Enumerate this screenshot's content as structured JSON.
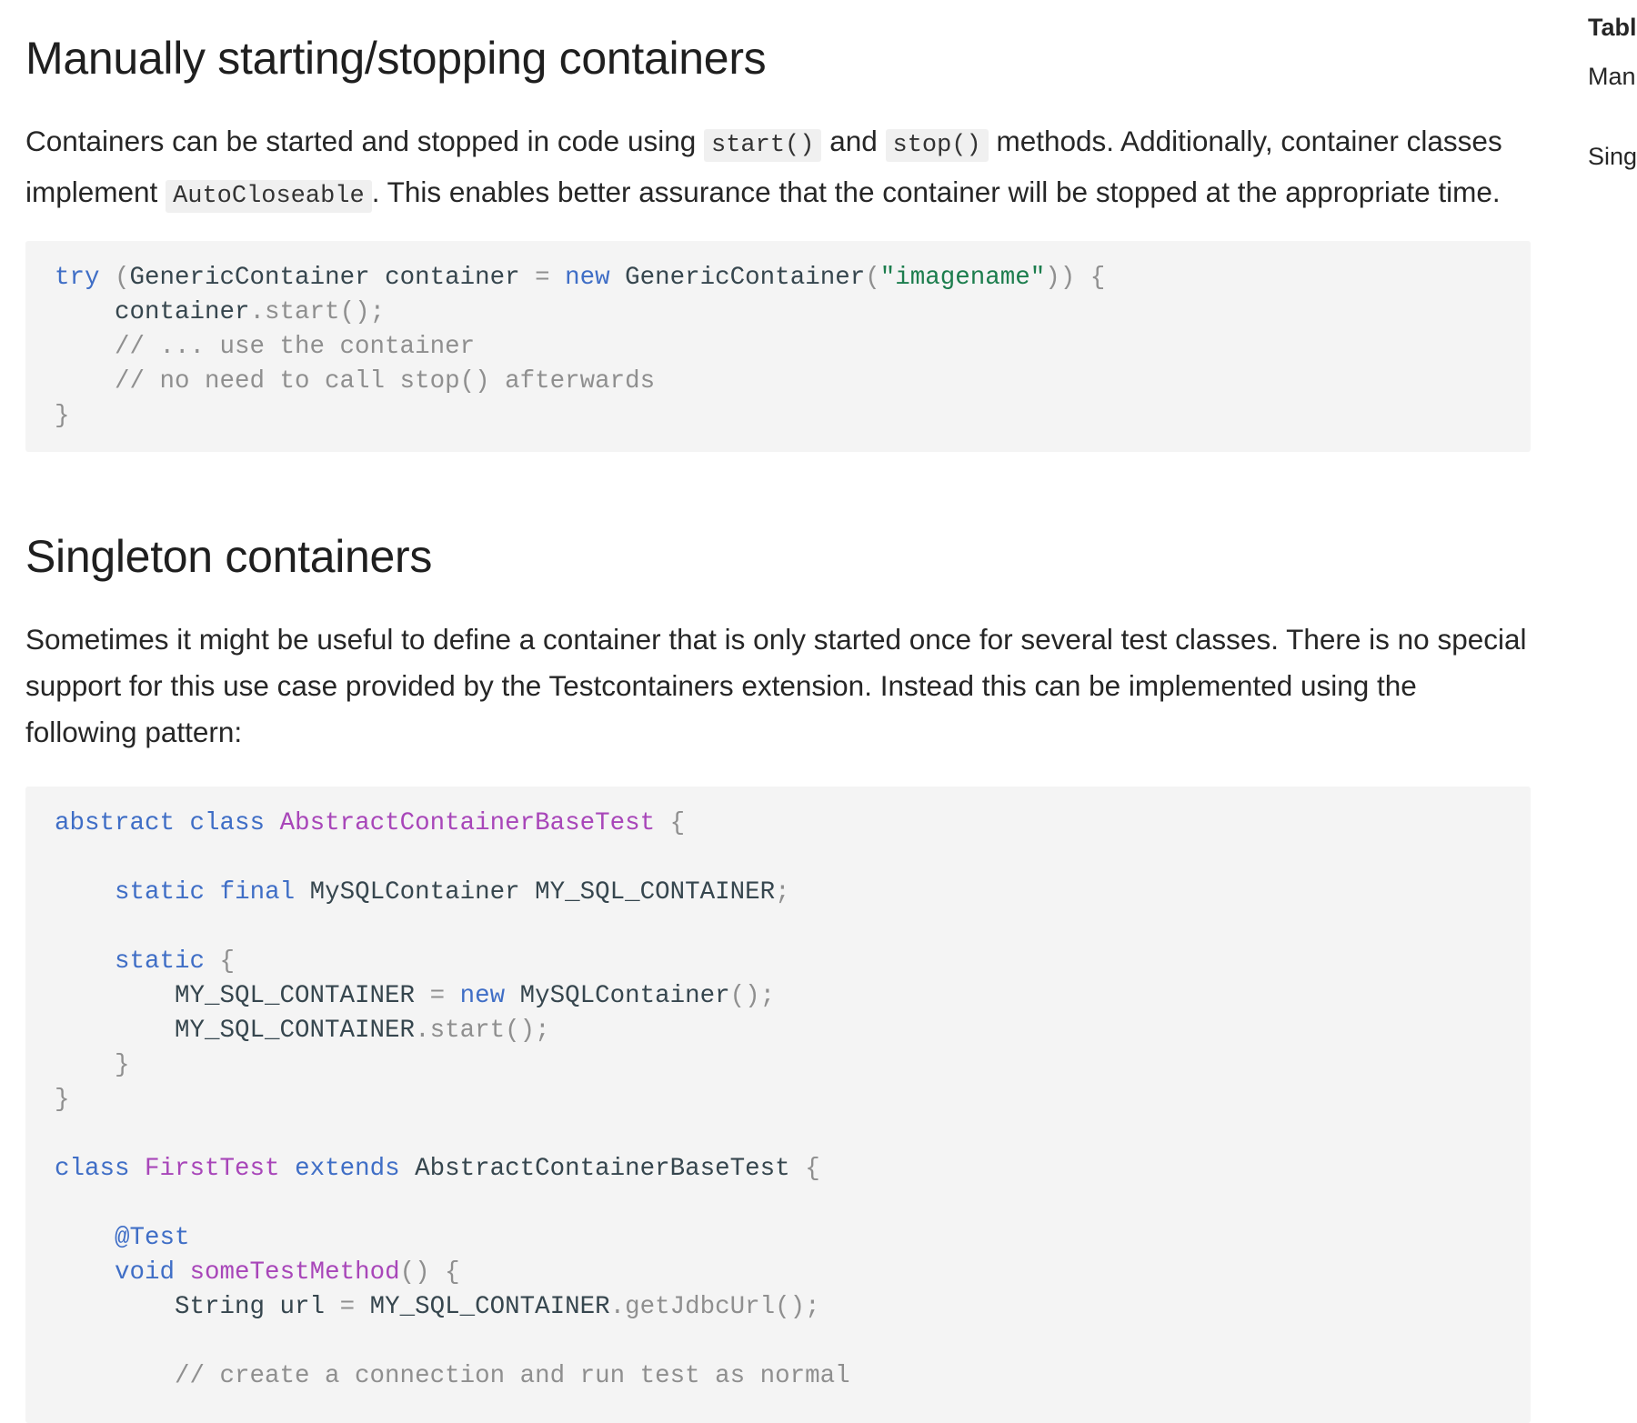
{
  "section1": {
    "title": "Manually starting/stopping containers",
    "para": {
      "t1": "Containers can be started and stopped in code using ",
      "c1": "start()",
      "t2": " and ",
      "c2": "stop()",
      "t3": " methods. Additionally, container classes implement ",
      "c3": "AutoCloseable",
      "t4": ". This enables better assurance that the container will be stopped at the appropriate time."
    },
    "code": [
      [
        [
          "kw",
          "try"
        ],
        [
          "pn",
          " ("
        ],
        [
          "pl",
          "GenericContainer container "
        ],
        [
          "pn",
          "="
        ],
        [
          "pl",
          " "
        ],
        [
          "kw",
          "new"
        ],
        [
          "pl",
          " GenericContainer"
        ],
        [
          "pn",
          "("
        ],
        [
          "str",
          "\"imagename\""
        ],
        [
          "pn",
          ")) {"
        ]
      ],
      [
        [
          "pl",
          "    container"
        ],
        [
          "fn",
          ".start();"
        ]
      ],
      [
        [
          "cm",
          "    // ... use the container"
        ]
      ],
      [
        [
          "cm",
          "    // no need to call stop() afterwards"
        ]
      ],
      [
        [
          "pn",
          "}"
        ]
      ]
    ]
  },
  "section2": {
    "title": "Singleton containers",
    "para": "Sometimes it might be useful to define a container that is only started once for several test classes. There is no special support for this use case provided by the Testcontainers extension. Instead this can be implemented using the following pattern:",
    "code": [
      [
        [
          "kw",
          "abstract"
        ],
        [
          "pl",
          " "
        ],
        [
          "kw",
          "class"
        ],
        [
          "pl",
          " "
        ],
        [
          "cls",
          "AbstractContainerBaseTest"
        ],
        [
          "pn",
          " {"
        ]
      ],
      [],
      [
        [
          "pl",
          "    "
        ],
        [
          "kw",
          "static"
        ],
        [
          "pl",
          " "
        ],
        [
          "kw",
          "final"
        ],
        [
          "pl",
          " MySQLContainer MY_SQL_CONTAINER"
        ],
        [
          "pn",
          ";"
        ]
      ],
      [],
      [
        [
          "pl",
          "    "
        ],
        [
          "kw",
          "static"
        ],
        [
          "pn",
          " {"
        ]
      ],
      [
        [
          "pl",
          "        MY_SQL_CONTAINER "
        ],
        [
          "pn",
          "="
        ],
        [
          "pl",
          " "
        ],
        [
          "kw",
          "new"
        ],
        [
          "pl",
          " MySQLContainer"
        ],
        [
          "pn",
          "();"
        ]
      ],
      [
        [
          "pl",
          "        MY_SQL_CONTAINER"
        ],
        [
          "fn",
          ".start();"
        ]
      ],
      [
        [
          "pn",
          "    }"
        ]
      ],
      [
        [
          "pn",
          "}"
        ]
      ],
      [],
      [
        [
          "kw",
          "class"
        ],
        [
          "pl",
          " "
        ],
        [
          "cls",
          "FirstTest"
        ],
        [
          "pl",
          " "
        ],
        [
          "kw",
          "extends"
        ],
        [
          "pl",
          " AbstractContainerBaseTest "
        ],
        [
          "pn",
          "{"
        ]
      ],
      [],
      [
        [
          "pl",
          "    "
        ],
        [
          "kw",
          "@Test"
        ]
      ],
      [
        [
          "pl",
          "    "
        ],
        [
          "kw",
          "void"
        ],
        [
          "pl",
          " "
        ],
        [
          "cls",
          "someTestMethod"
        ],
        [
          "pn",
          "() {"
        ]
      ],
      [
        [
          "pl",
          "        String url "
        ],
        [
          "pn",
          "="
        ],
        [
          "pl",
          " MY_SQL_CONTAINER"
        ],
        [
          "fn",
          ".getJdbcUrl();"
        ]
      ],
      [],
      [
        [
          "cm",
          "        // create a connection and run test as normal"
        ]
      ]
    ]
  },
  "toc": {
    "title": "Tabl",
    "items": [
      "Man cont",
      "Sing"
    ]
  }
}
